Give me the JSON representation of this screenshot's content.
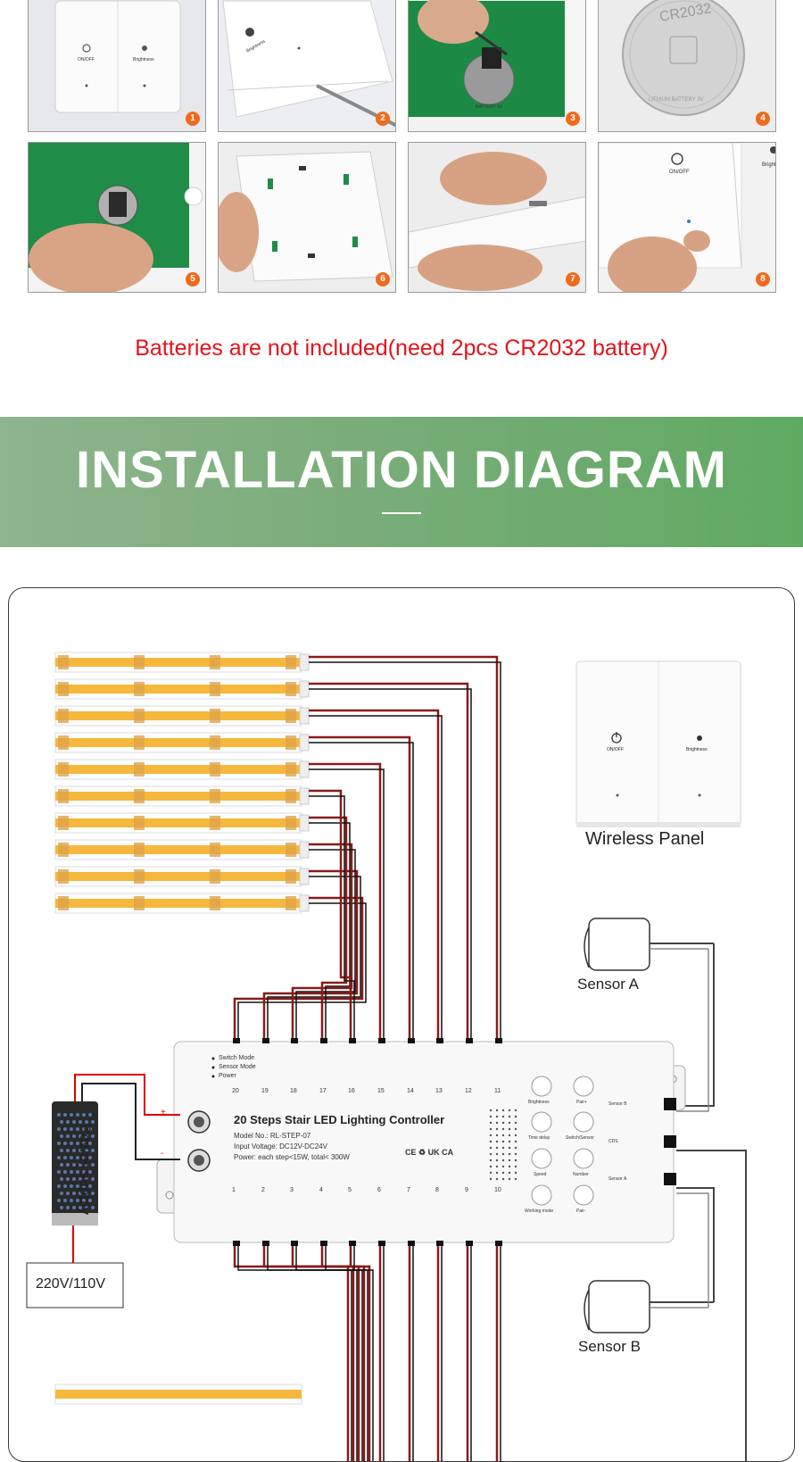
{
  "steps": {
    "tiles": [
      {
        "num": "1",
        "on_off": "ON/OFF",
        "brightness": "Brightness"
      },
      {
        "num": "2",
        "brightness": "Brightness"
      },
      {
        "num": "3",
        "battery_text": "BATTERY 3V"
      },
      {
        "num": "4",
        "battery_text": "CR2032",
        "battery_sub": "LITHIUM BATTERY 3V"
      },
      {
        "num": "5"
      },
      {
        "num": "6"
      },
      {
        "num": "7"
      },
      {
        "num": "8",
        "on_off": "ON/OFF",
        "brightness": "Bright"
      }
    ]
  },
  "note": "Batteries are not included(need 2pcs CR2032 battery)",
  "banner": {
    "title": "INSTALLATION DIAGRAM"
  },
  "diagram": {
    "wireless_panel": {
      "label": "Wireless Panel",
      "on_off": "ON/OFF",
      "brightness": "Brightness"
    },
    "sensor_a": "Sensor A",
    "sensor_b": "Sensor B",
    "power_supply": "Power supply",
    "mains": "220V/110V",
    "controller": {
      "title": "20 Steps Stair LED Lighting Controller",
      "model": "Model No.: RL-STEP-07",
      "input": "Input Voltage: DC12V-DC24V",
      "power": "Power: each step<15W, total< 300W",
      "modes": [
        "Switch Mode",
        "Sensor Mode",
        "Power"
      ],
      "top_channels": [
        "20",
        "19",
        "18",
        "17",
        "16",
        "15",
        "14",
        "13",
        "12",
        "11"
      ],
      "bottom_channels": [
        "1",
        "2",
        "3",
        "4",
        "5",
        "6",
        "7",
        "8",
        "9",
        "10"
      ],
      "buttons_left": [
        "Brightness",
        "Time delay",
        "Speed",
        "Working mode"
      ],
      "buttons_right": [
        "Pair+",
        "Switch/Sensor",
        "Number",
        "Pair-"
      ],
      "ports": [
        "Sensor B",
        "CDS",
        "Sensor A"
      ],
      "plus": "+",
      "minus": "-",
      "certs": "CE ♻ UK CA"
    }
  },
  "colors": {
    "accent_red": "#e3131c",
    "badge": "#f06a1d",
    "banner_left": "#8fb48e",
    "banner_right": "#5faa62",
    "led_strip": "#f5b73c",
    "wire_red": "#8b1a1a"
  }
}
